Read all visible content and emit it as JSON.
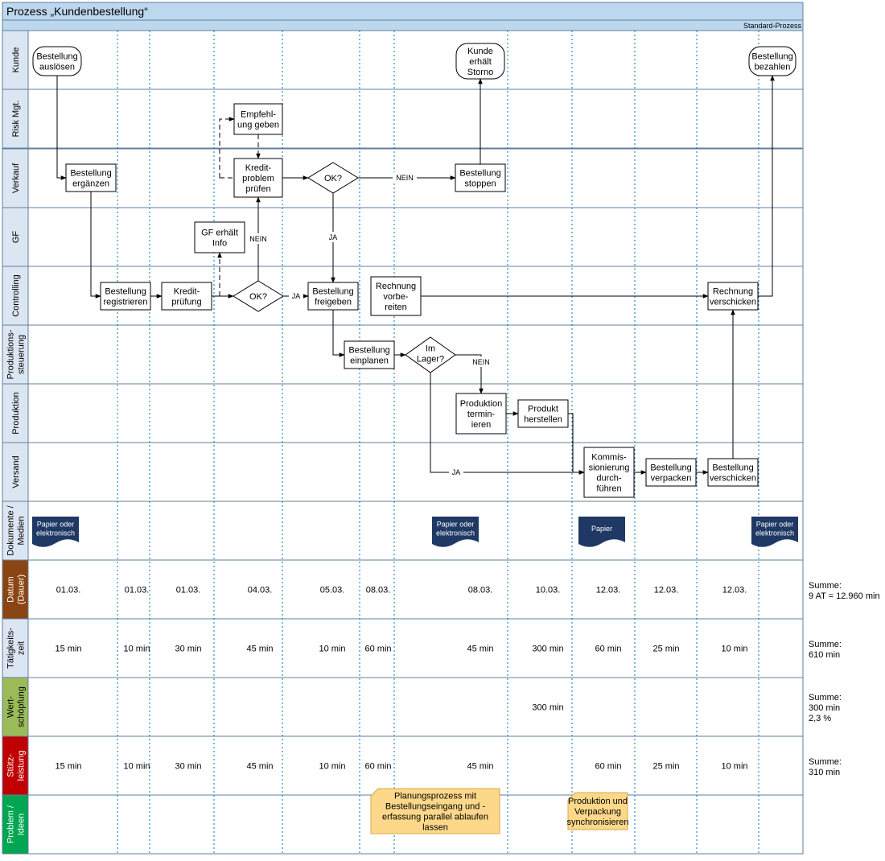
{
  "title": "Prozess „Kundenbestellung“",
  "subtitle": "Standard-Prozess",
  "lanes": [
    {
      "label": [
        "Kunde"
      ]
    },
    {
      "label": [
        "Risk Mgt."
      ]
    },
    {
      "label": [
        "Verkauf"
      ]
    },
    {
      "label": [
        "GF"
      ]
    },
    {
      "label": [
        "Controlling"
      ]
    },
    {
      "label": [
        "Produktions-",
        "steuerung"
      ]
    },
    {
      "label": [
        "Produktion"
      ]
    },
    {
      "label": [
        "Versand"
      ]
    },
    {
      "label": [
        "Dokumente /",
        "Medien"
      ]
    }
  ],
  "metric_rows": [
    {
      "label": [
        "Datum",
        "(Dauer)"
      ],
      "color": "#8B4513",
      "text_color": "#ffffff",
      "values": [
        "01.03.",
        "01.03.",
        "01.03.",
        "04.03.",
        "05.03.",
        "08.03.",
        "08.03.",
        "10.03.",
        "12.03.",
        "12.03.",
        "12.03."
      ],
      "summary": [
        "Summe:",
        "9 AT = 12.960 min"
      ]
    },
    {
      "label": [
        "Tätigkeits-",
        "zeit"
      ],
      "color": "#dce6f2",
      "text_color": "#000000",
      "values": [
        "15 min",
        "10 min",
        "30 min",
        "45 min",
        "10 min",
        "60 min",
        "45 min",
        "300 min",
        "60 min",
        "25 min",
        "10 min"
      ],
      "summary": [
        "Summe:",
        "610 min"
      ]
    },
    {
      "label": [
        "Wert-",
        "schöpfung"
      ],
      "color": "#9bbb59",
      "text_color": "#000000",
      "values": [
        "",
        "",
        "",
        "",
        "",
        "",
        "",
        "300 min",
        "",
        "",
        ""
      ],
      "summary": [
        "Summe:",
        "300 min",
        "2,3 %"
      ]
    },
    {
      "label": [
        "Stütz-",
        "leistung"
      ],
      "color": "#c00000",
      "text_color": "#ffffff",
      "values": [
        "15 min",
        "10 min",
        "30 min",
        "45 min",
        "10 min",
        "60 min",
        "45 min",
        "",
        "60 min",
        "25 min",
        "10 min"
      ],
      "summary": [
        "Summe:",
        "310 min"
      ]
    },
    {
      "label": [
        "Problem /",
        "Ideen"
      ],
      "color": "#00a651",
      "text_color": "#ffffff",
      "values": [],
      "summary": []
    }
  ],
  "nodes": {
    "bestellung_ausloesen": [
      "Bestellung",
      "auslösen"
    ],
    "kunde_erhaelt_storno": [
      "Kunde",
      "erhält",
      "Storno"
    ],
    "bestellung_bezahlen": [
      "Bestellung",
      "bezahlen"
    ],
    "empfehlung_geben": [
      "Empfehl-",
      "ung geben"
    ],
    "bestellung_ergaenzen": [
      "Bestellung",
      "ergänzen"
    ],
    "kreditproblem_pruefen": [
      "Kredit-",
      "problem",
      "prüfen"
    ],
    "ok_verkauf": [
      "OK?"
    ],
    "bestellung_stoppen": [
      "Bestellung",
      "stoppen"
    ],
    "gf_erhaelt_info": [
      "GF erhält",
      "Info"
    ],
    "bestellung_registrieren": [
      "Bestellung",
      "registrieren"
    ],
    "kreditpruefung": [
      "Kredit-",
      "prüfung"
    ],
    "ok_controlling": [
      "OK?"
    ],
    "bestellung_freigeben": [
      "Bestellung",
      "freigeben"
    ],
    "rechnung_vorbereiten": [
      "Rechnung",
      "vorbe-",
      "reiten"
    ],
    "rechnung_verschicken": [
      "Rechnung",
      "verschicken"
    ],
    "bestellung_einplanen": [
      "Bestellung",
      "einplanen"
    ],
    "im_lager": [
      "Im",
      "Lager?"
    ],
    "produktion_terminieren": [
      "Produktion",
      "termin-",
      "ieren"
    ],
    "produkt_herstellen": [
      "Produkt",
      "herstellen"
    ],
    "kommissionierung": [
      "Kommis-",
      "sionierung",
      "durch-",
      "führen"
    ],
    "bestellung_verpacken": [
      "Bestellung",
      "verpacken"
    ],
    "bestellung_verschicken": [
      "Bestellung",
      "verschicken"
    ]
  },
  "edge_labels": {
    "nein": "NEIN",
    "ja": "JA"
  },
  "documents": [
    [
      "Papier oder",
      "elektronisch"
    ],
    [
      "Papier oder",
      "elektronisch"
    ],
    [
      "Papier"
    ],
    [
      "Papier oder",
      "elektronisch"
    ]
  ],
  "notes": [
    [
      "Planungsprozess mit",
      "Bestellungseingang und -",
      "erfassung parallel ablaufen",
      "lassen"
    ],
    [
      "Produktion und",
      "Verpackung",
      "synchronisieren"
    ]
  ],
  "colors": {
    "title_bg": "#bdd7ee",
    "lane_bg": "#dce6f2",
    "lane_border": "#5f7f9f",
    "separator": "#0070c0",
    "document": "#1f3864",
    "note": "#fdd88a",
    "note_border": "#d6a94a"
  }
}
